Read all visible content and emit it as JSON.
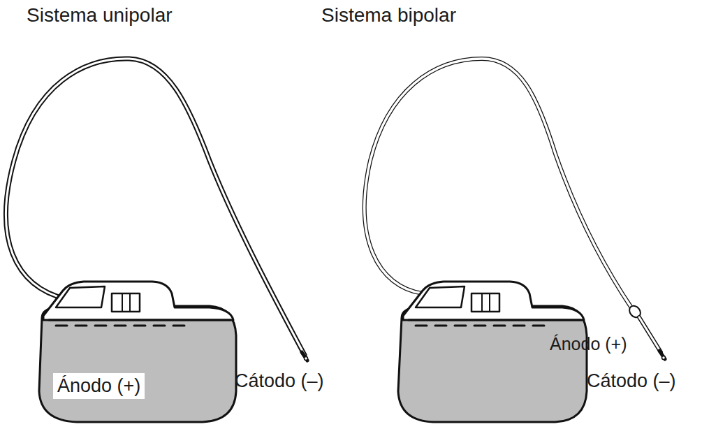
{
  "diagram": {
    "labels": [
      "Sistema unipolar",
      "Ánodo (+)",
      "Cátodo (–)",
      "Sistema bipolar",
      "Ánodo (+)",
      "Cátodo (–)"
    ]
  }
}
